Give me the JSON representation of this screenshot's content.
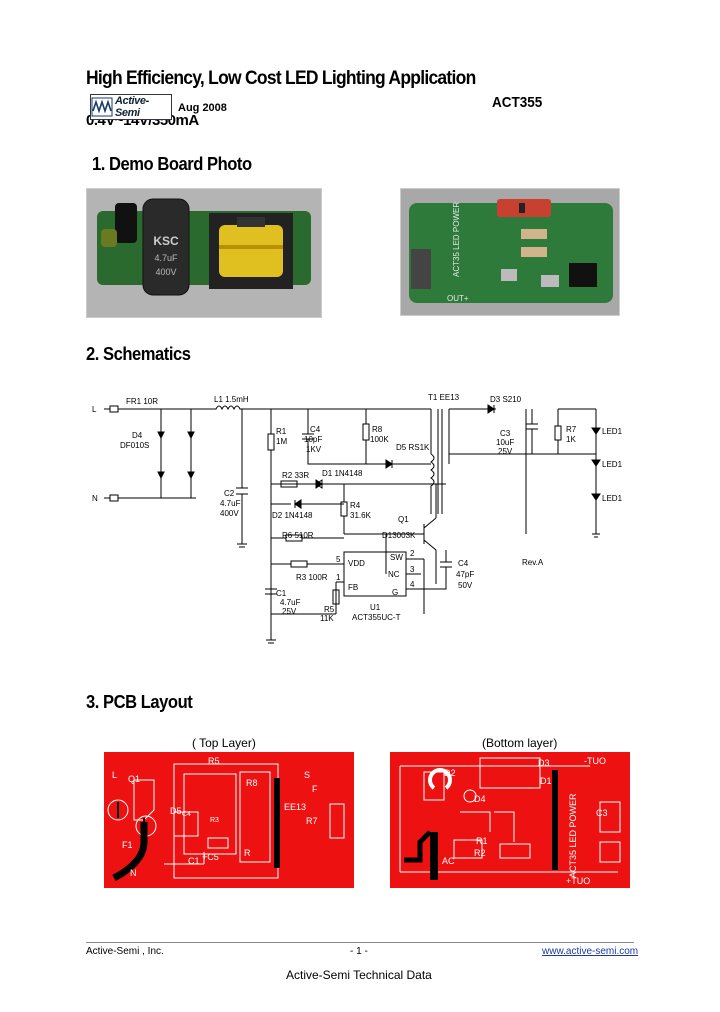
{
  "header": {
    "title": "High Efficiency, Low Cost LED Lighting Application",
    "subtitle": "0.4V~14V/350mA",
    "logo_text": "Active-Semi",
    "date": "Aug 2008",
    "part_number": "ACT355"
  },
  "sections": {
    "demo": "1.  Demo Board Photo",
    "schematics": "2.  Schematics",
    "pcb": "3.  PCB Layout"
  },
  "schematic": {
    "labels": {
      "L": "L",
      "N": "N",
      "fr1": "FR1 10R",
      "d4": "D4",
      "d4p": "DF010S",
      "l1": "L1 1.5mH",
      "c2": "C2",
      "c2v": "4.7uF",
      "c2w": "400V",
      "r1": "R1",
      "r1v": "1M",
      "c4a": "C4",
      "c4av": "10pF",
      "c4aw": "1KV",
      "r8": "R8",
      "r8v": "100K",
      "d5": "D5 RS1K",
      "t1": "T1 EE13",
      "d3": "D3 S210",
      "c3": "C3",
      "c3v": "10uF",
      "c3w": "25V",
      "r7": "R7",
      "r7v": "1K",
      "led1": "LED1",
      "led2": "LED1",
      "led3": "LED1",
      "r2": "R2 33R",
      "d1": "D1 1N4148",
      "d2": "D2 1N4148",
      "r4": "R4",
      "r4v": "31.6K",
      "q1": "Q1",
      "q1p": "D13003K",
      "r6": "R6 510R",
      "r3": "R3 100R",
      "c1": "C1",
      "c1v": "4.7uF",
      "c1w": "25V",
      "r5": "R5",
      "r5v": "11K",
      "c4": "C4",
      "c4v": "47pF",
      "c4w": "50V",
      "u1": "U1",
      "u1p": "ACT355UC-T",
      "vdd": "VDD",
      "fb": "FB",
      "sw": "SW",
      "nc": "NC",
      "g": "G",
      "p5": "5",
      "p1": "1",
      "p2": "2",
      "p3": "3",
      "p4": "4",
      "rev": "Rev.A"
    }
  },
  "pcb": {
    "top_caption": "( Top Layer)",
    "bottom_caption": "(Bottom layer)",
    "top": {
      "L": "L",
      "Q1": "Q1",
      "R5": "R5",
      "R8": "R8",
      "S": "S",
      "D5": "D5",
      "C4": "C4",
      "R3": "R3",
      "F": "F",
      "EE13": "EE13",
      "R7": "R7",
      "F1": "F1",
      "C1": "C1",
      "C5": "+C5",
      "R": "R",
      "N": "N"
    },
    "bottom": {
      "D2": "D2",
      "D3": "D3",
      "TUO": "-TUO",
      "D1": "D1",
      "D4": "D4",
      "led": "ACT35 LED POWER",
      "R1": "R1",
      "R2": "R2",
      "AC": "AC",
      "C3": "C3",
      "TUO2": "+TUO"
    }
  },
  "footer": {
    "company": "Active-Semi , Inc.",
    "page": "- 1 -",
    "url": "www.active-semi.com",
    "tag": "Active-Semi Technical Data"
  },
  "photos": {
    "left_cap_text": "KSC",
    "left_cap_val": "4.7uF",
    "left_cap_volt": "400V",
    "right_board_text": "ACT35 LED POWER",
    "right_out": "OUT+"
  },
  "colors": {
    "pcb_red": "#ee1111",
    "board_green": "#2b6a2e",
    "coil_yellow": "#e0c020"
  }
}
